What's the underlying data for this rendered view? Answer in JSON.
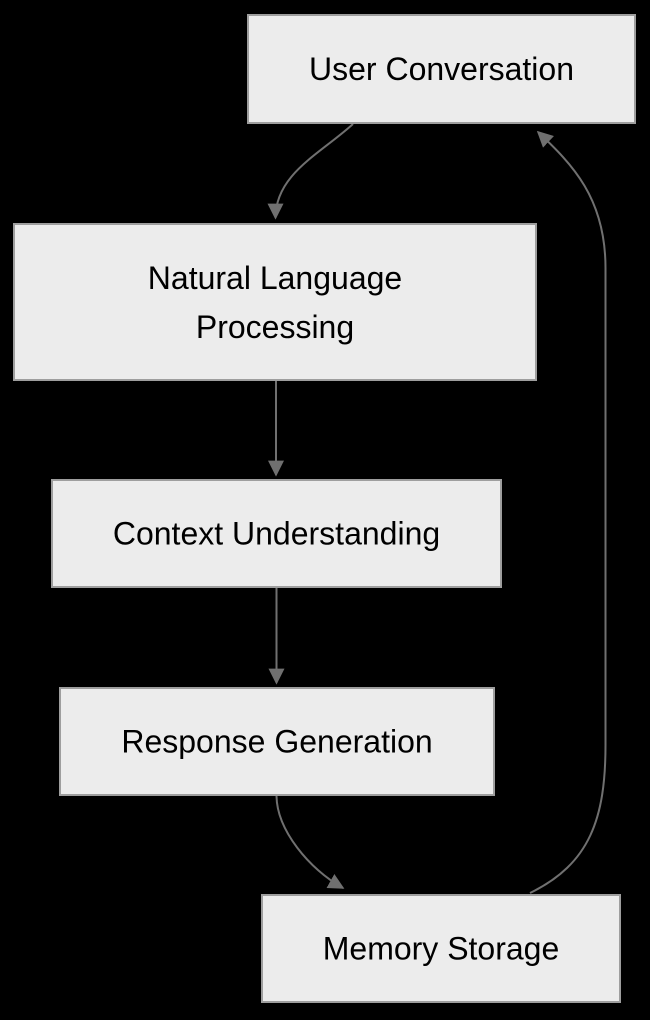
{
  "diagram": {
    "type": "flowchart",
    "direction": "top-down",
    "colors": {
      "background": "#000000",
      "node_fill": "#ececec",
      "node_border": "#9e9e9e",
      "edge": "#707070",
      "text": "#000000"
    },
    "nodes": [
      {
        "id": "user-conversation",
        "label": "User Conversation",
        "lines": [
          "User Conversation"
        ]
      },
      {
        "id": "natural-language-processing",
        "label": "Natural Language Processing",
        "lines": [
          "Natural Language",
          "Processing"
        ]
      },
      {
        "id": "context-understanding",
        "label": "Context Understanding",
        "lines": [
          "Context Understanding"
        ]
      },
      {
        "id": "response-generation",
        "label": "Response Generation",
        "lines": [
          "Response Generation"
        ]
      },
      {
        "id": "memory-storage",
        "label": "Memory Storage",
        "lines": [
          "Memory Storage"
        ]
      }
    ],
    "edges": [
      {
        "from": "User Conversation",
        "to": "Natural Language Processing"
      },
      {
        "from": "Natural Language Processing",
        "to": "Context Understanding"
      },
      {
        "from": "Context Understanding",
        "to": "Response Generation"
      },
      {
        "from": "Response Generation",
        "to": "Memory Storage"
      },
      {
        "from": "Memory Storage",
        "to": "User Conversation"
      }
    ]
  }
}
